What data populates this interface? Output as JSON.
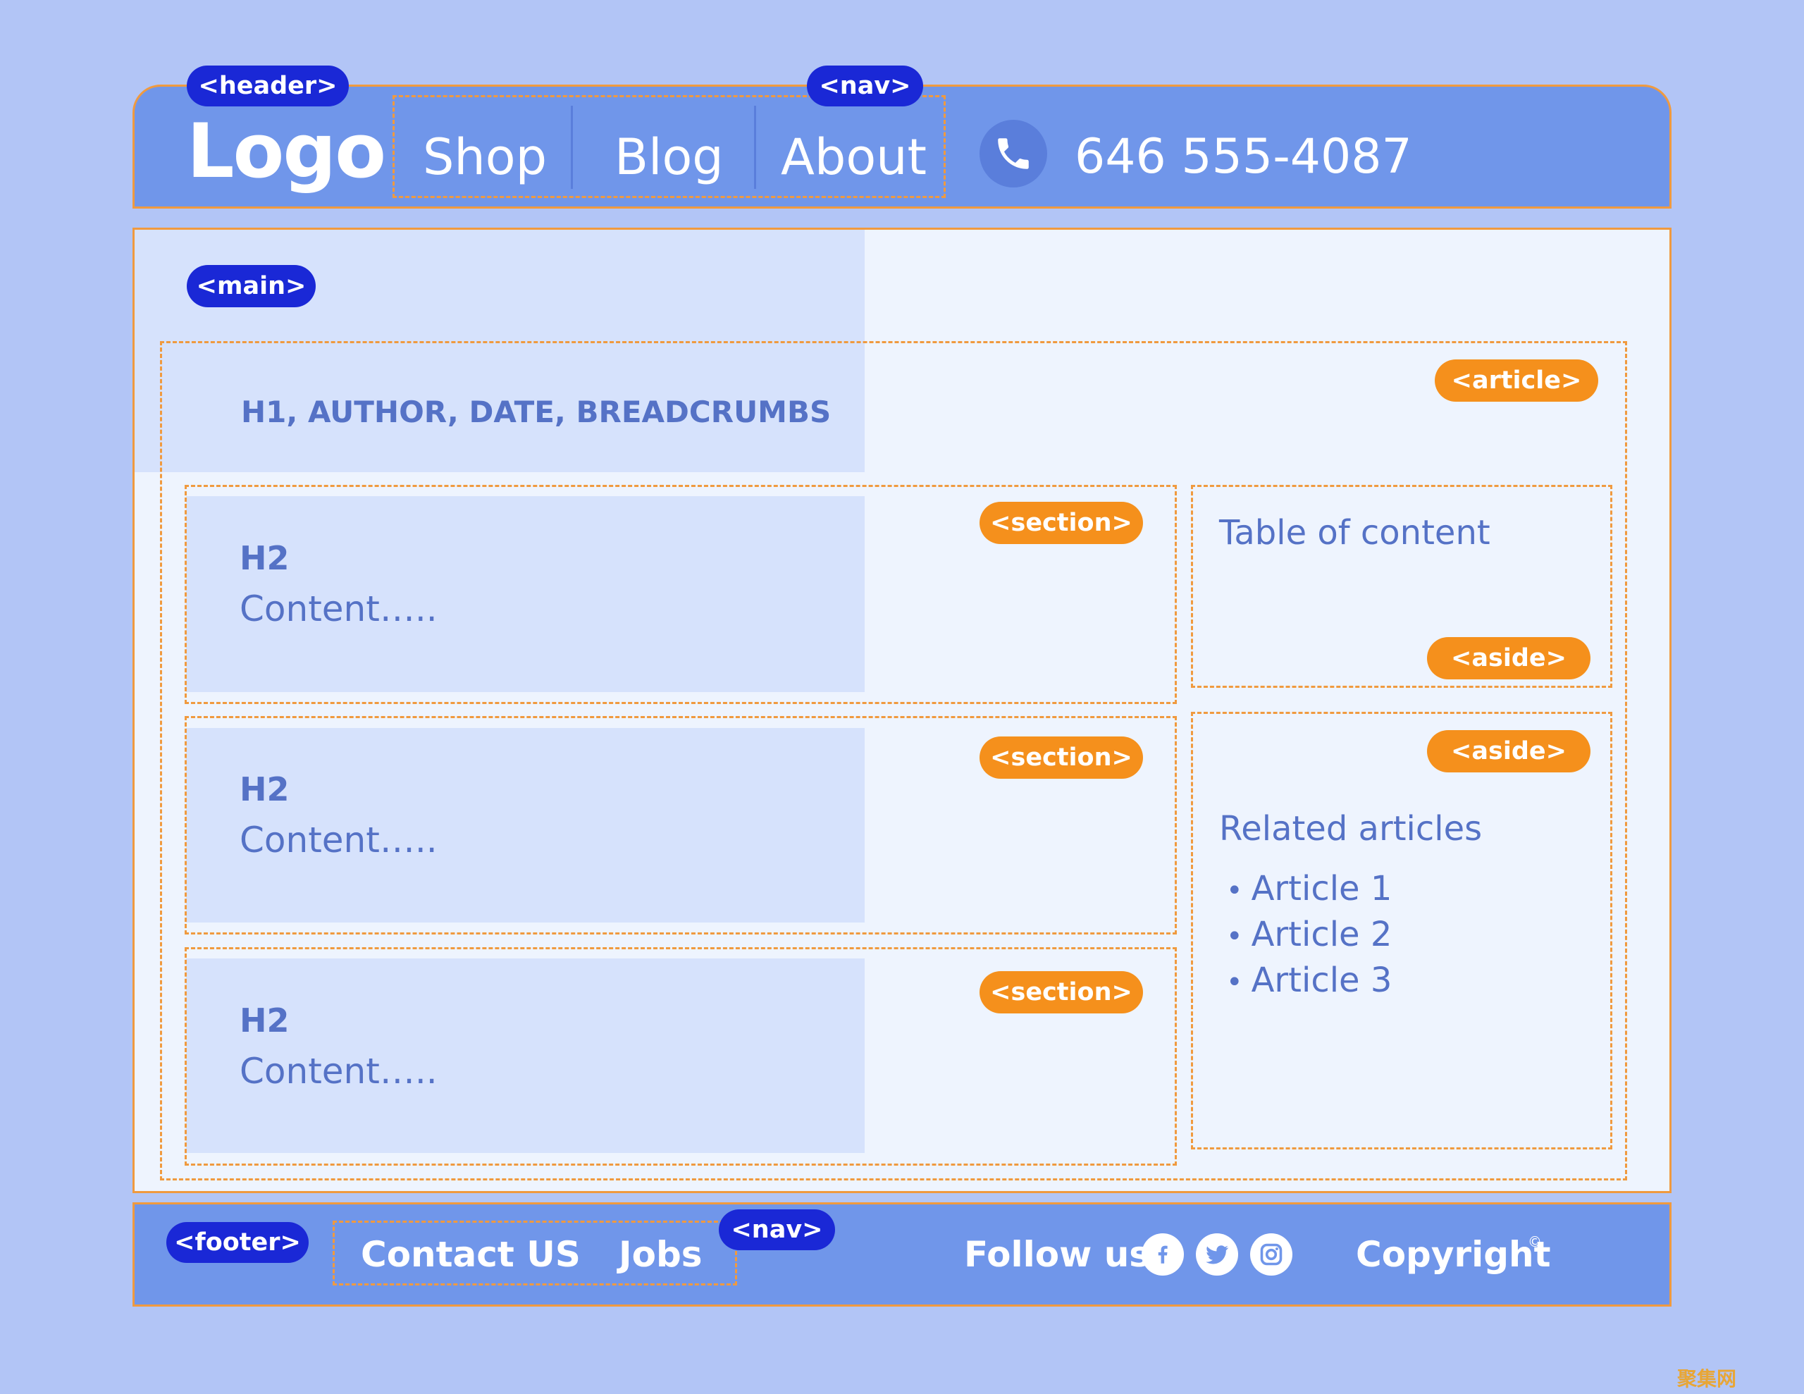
{
  "tags": {
    "header": "<header>",
    "nav": "<nav>",
    "main": "<main>",
    "article": "<article>",
    "section": "<section>",
    "aside": "<aside>",
    "footer": "<footer>"
  },
  "header": {
    "logo": "Logo",
    "nav_items": [
      "Shop",
      "Blog",
      "About"
    ],
    "phone_icon": "phone-icon",
    "phone": "646 555-4087"
  },
  "article": {
    "heading": "H1, AUTHOR, DATE, BREADCRUMBS",
    "sections": [
      {
        "heading": "H2",
        "content": "Content….."
      },
      {
        "heading": "H2",
        "content": "Content….."
      },
      {
        "heading": "H2",
        "content": "Content….."
      }
    ]
  },
  "asides": {
    "toc": "Table of content",
    "related_title": "Related articles",
    "related_items": [
      "Article 1",
      "Article 2",
      "Article 3"
    ],
    "bullet": "•"
  },
  "footer": {
    "links": [
      "Contact US",
      "Jobs"
    ],
    "follow": "Follow us:",
    "social_icons": [
      "facebook-icon",
      "twitter-icon",
      "instagram-icon"
    ],
    "copyright": "Copyright",
    "copyright_mark": "©"
  },
  "watermark": "聚集网",
  "colors": {
    "background": "#b2c5f6",
    "bar": "#7096ea",
    "tag_blue": "#1a28d6",
    "tag_orange": "#f5901c",
    "dashed_border": "#f09a3f",
    "text_blue": "#5572c6"
  }
}
